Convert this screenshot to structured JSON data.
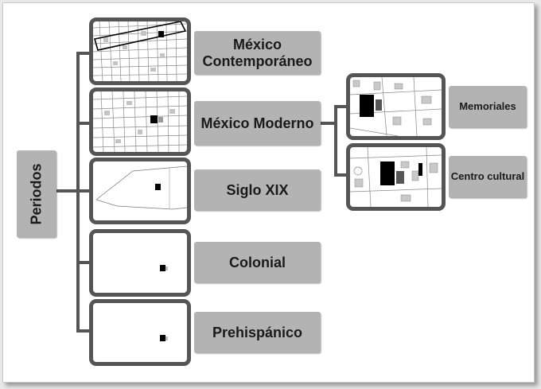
{
  "diagram": {
    "root": {
      "label": "Periodos"
    },
    "periods": [
      {
        "label": "México Contemporáneo",
        "map": "dense-street-map-with-highlighted-corridor"
      },
      {
        "label": "México Moderno",
        "map": "street-map"
      },
      {
        "label": "Siglo XIX",
        "map": "sparse-outline-map"
      },
      {
        "label": "Colonial",
        "map": "blank-map-with-site-marker"
      },
      {
        "label": "Prehispánico",
        "map": "blank-map-with-site-marker"
      }
    ],
    "sub_branches": [
      {
        "label": "Memoriales",
        "map": "detailed-site-plan"
      },
      {
        "label": "Centro cultural",
        "map": "detailed-site-plan"
      }
    ]
  },
  "colors": {
    "box": "#b3b3b3",
    "line": "#555555",
    "text": "#1a1a1a"
  }
}
